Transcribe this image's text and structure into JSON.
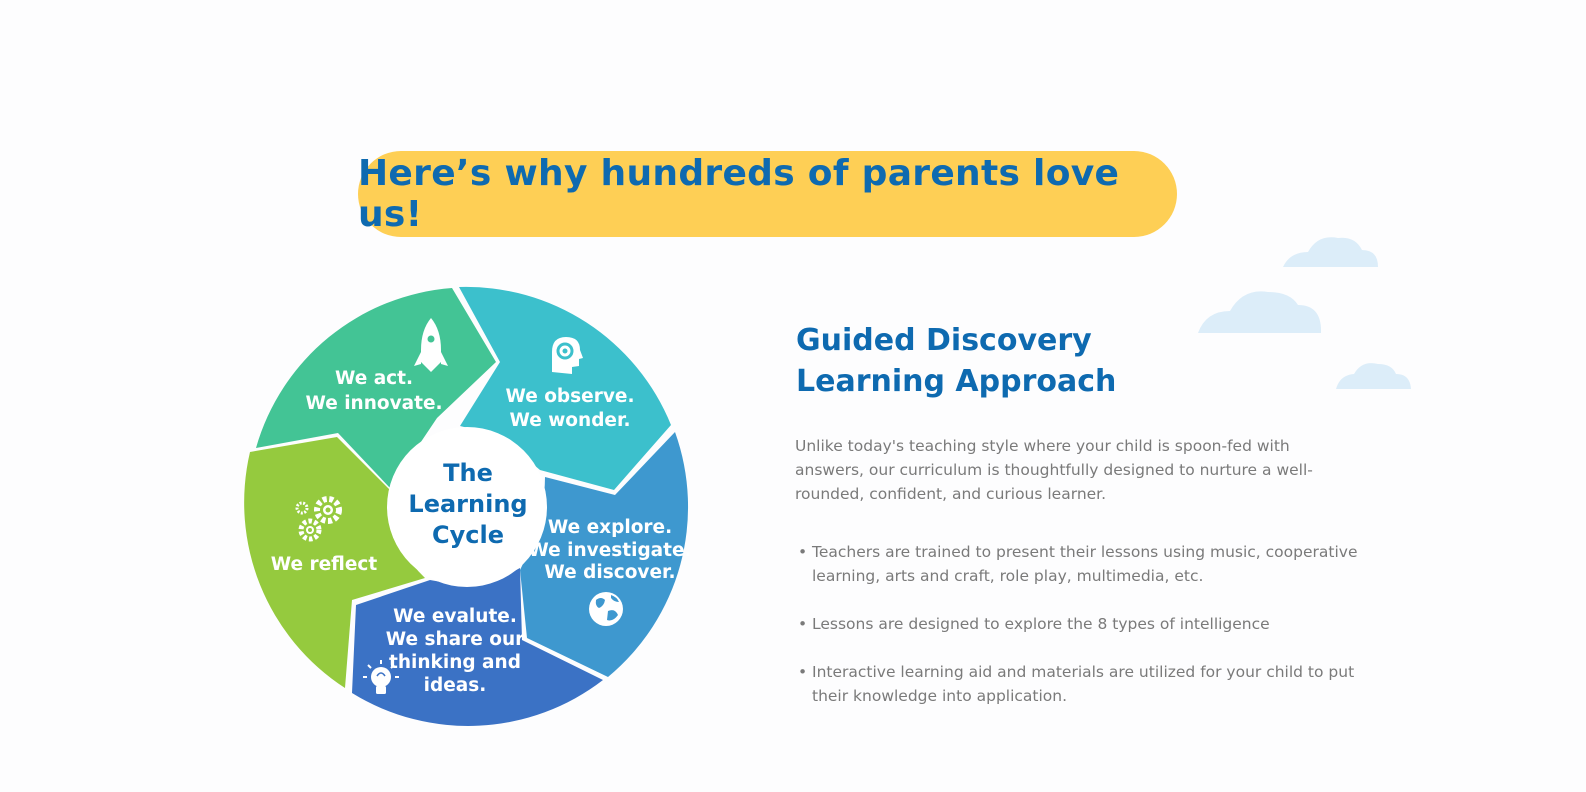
{
  "banner": {
    "text": "Here’s why hundreds of parents love us!",
    "color": "#fecf55",
    "text_color": "#0e6ab0"
  },
  "learning_cycle": {
    "center_lines": [
      "The",
      "Learning",
      "Cycle"
    ],
    "segments": [
      {
        "lines": [
          "We act.",
          "We innovate."
        ],
        "icon": "rocket-icon",
        "color": "#43c495"
      },
      {
        "lines": [
          "We observe.",
          "We wonder."
        ],
        "icon": "head-gear-icon",
        "color": "#3cc0cc"
      },
      {
        "lines": [
          "We explore.",
          "We investigate.",
          "We discover."
        ],
        "icon": "globe-icon",
        "color": "#3e98cf"
      },
      {
        "lines": [
          "We evalute.",
          "We share our",
          "thinking and",
          "ideas."
        ],
        "icon": "lightbulb-icon",
        "color": "#3b72c5"
      },
      {
        "lines": [
          "We reflect"
        ],
        "icon": "gears-icon",
        "color": "#95ca3e"
      }
    ]
  },
  "section": {
    "title_lines": [
      "Guided Discovery",
      "Learning Approach"
    ],
    "intro": "Unlike today's teaching style where your child is spoon-fed with answers, our curriculum is thoughtfully designed to nurture a well-rounded, confident, and curious learner.",
    "bullets": [
      "Teachers are trained to present their lessons using music, cooperative learning, arts and craft, role play, multimedia, etc.",
      "Lessons are designed to explore the 8 types of intelligence",
      "Interactive learning aid and materials are utilized for your child to put their knowledge into application."
    ],
    "bullet_symbol": "•"
  },
  "decor": {
    "cloud_color": "#dcedf9"
  }
}
